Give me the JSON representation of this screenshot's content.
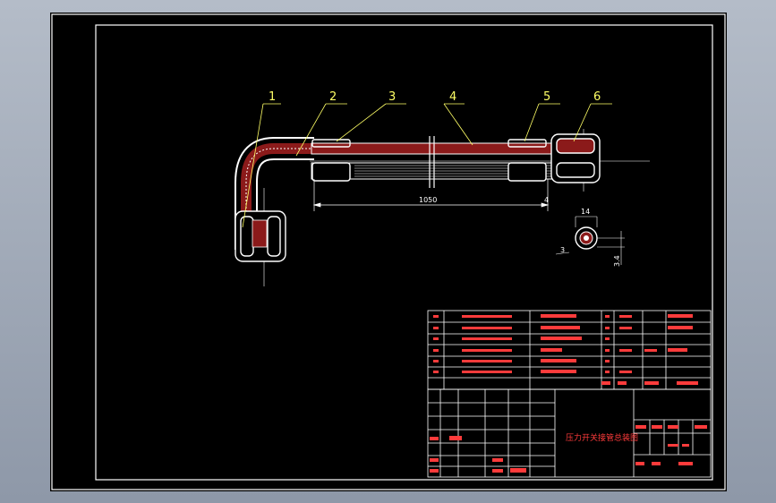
{
  "colors": {
    "background": "#000000",
    "border": "#ffffff",
    "callout": "#ffff66",
    "table_text": "#ff3b3b",
    "section_hatch": "#8b1a1a"
  },
  "callouts": [
    "1",
    "2",
    "3",
    "4",
    "5",
    "6"
  ],
  "dimensions": {
    "length": "1050",
    "small": "4",
    "diameter": "14",
    "hole": "3",
    "offset": "3.4"
  },
  "title_block": {
    "drawing_name": "压力开关接管总装图"
  }
}
